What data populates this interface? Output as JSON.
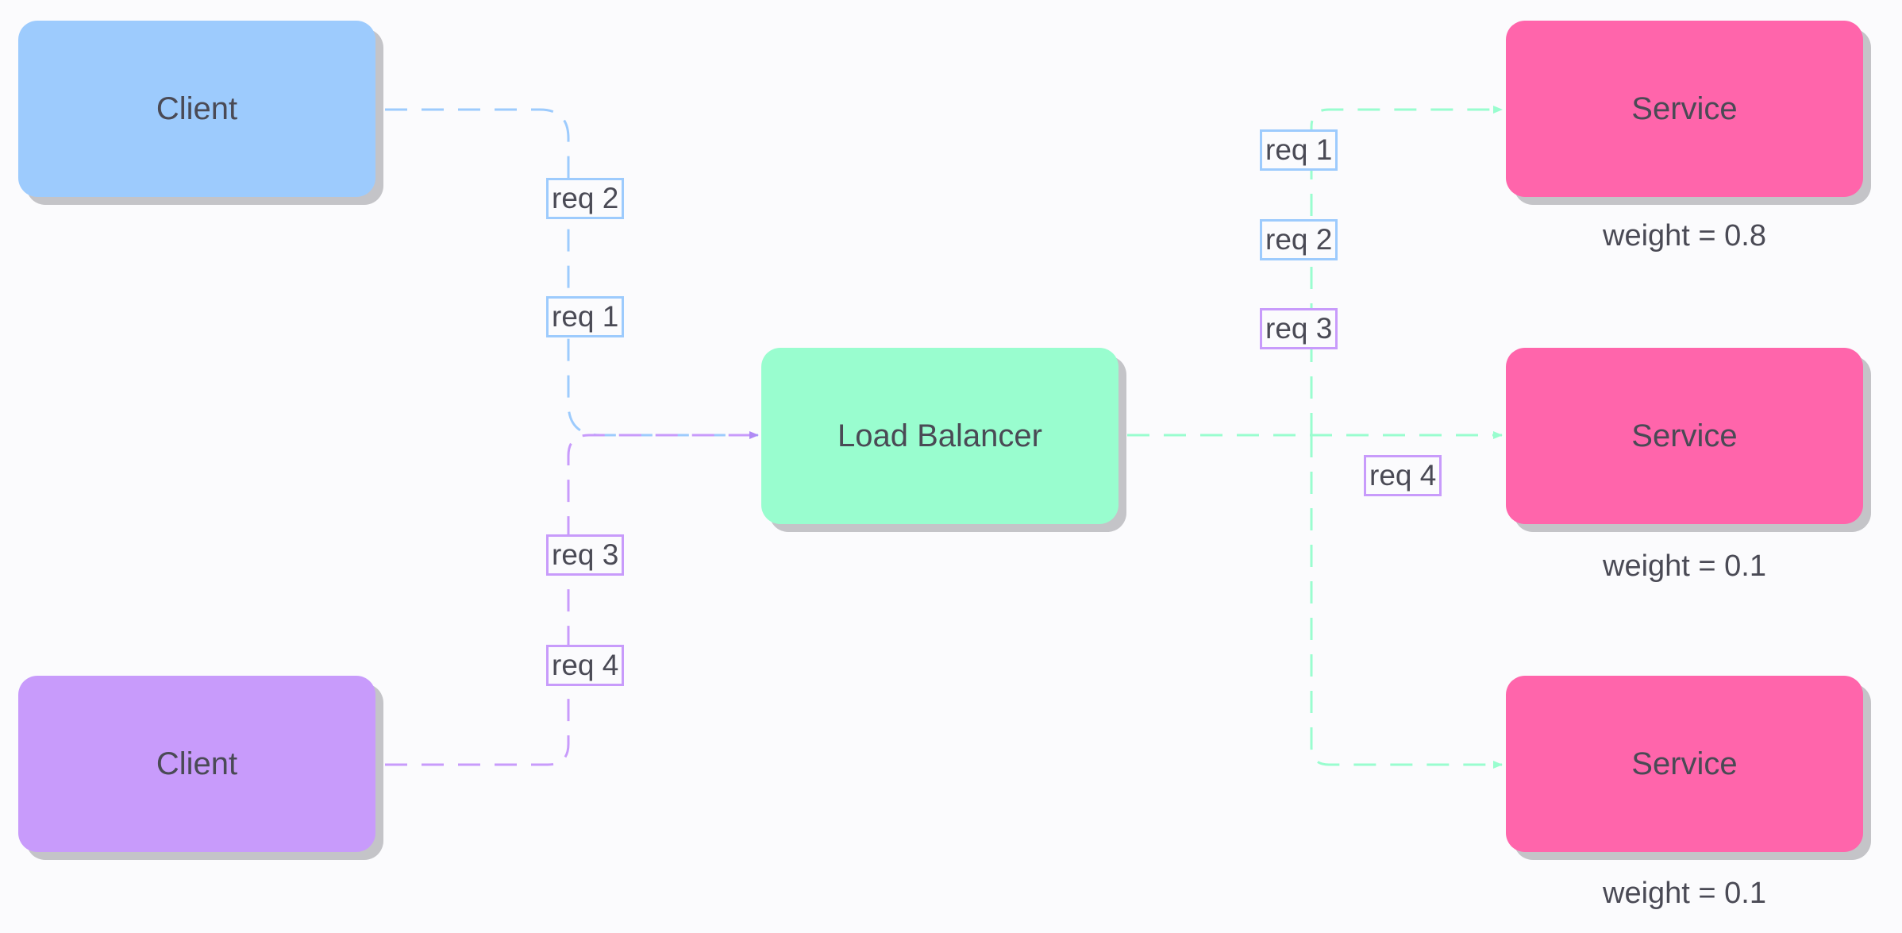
{
  "colors": {
    "client_1": "#9dcbfd",
    "client_2": "#c89bfb",
    "load_balancer": "#99fdcf",
    "service": "#ff65ab",
    "shadow": "#c4c4c8",
    "text": "#4a4a55"
  },
  "nodes": {
    "client_1": "Client",
    "client_2": "Client",
    "load_balancer": "Load Balancer",
    "service_1": "Service",
    "service_2": "Service",
    "service_3": "Service"
  },
  "weights": {
    "service_1": "weight = 0.8",
    "service_2": "weight = 0.1",
    "service_3": "weight = 0.1"
  },
  "request_labels": {
    "incoming": [
      {
        "text": "req 2",
        "client": "client_1"
      },
      {
        "text": "req 1",
        "client": "client_1"
      },
      {
        "text": "req 3",
        "client": "client_2"
      },
      {
        "text": "req 4",
        "client": "client_2"
      }
    ],
    "outgoing": [
      {
        "text": "req 1",
        "client": "client_1",
        "target": "service_1"
      },
      {
        "text": "req 2",
        "client": "client_1",
        "target": "service_1"
      },
      {
        "text": "req 3",
        "client": "client_2",
        "target": "service_1"
      },
      {
        "text": "req 4",
        "client": "client_2",
        "target": "service_2"
      }
    ]
  },
  "edges": [
    {
      "from": "client_1",
      "to": "load_balancer"
    },
    {
      "from": "client_2",
      "to": "load_balancer"
    },
    {
      "from": "load_balancer",
      "to": "service_1"
    },
    {
      "from": "load_balancer",
      "to": "service_2"
    },
    {
      "from": "load_balancer",
      "to": "service_3"
    }
  ]
}
